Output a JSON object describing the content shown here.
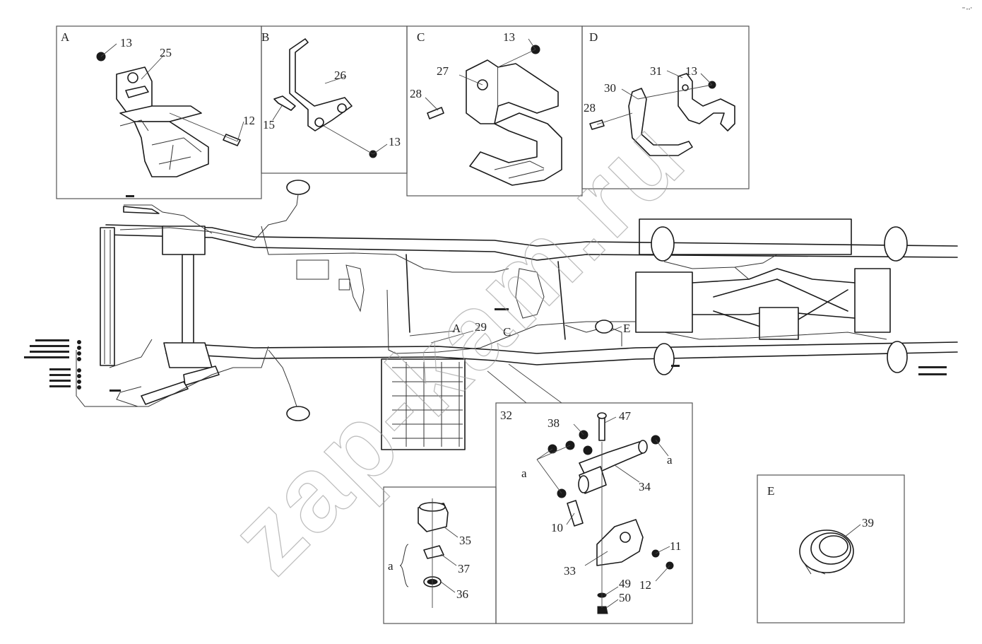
{
  "detail_views": [
    {
      "id": "A",
      "label": "A",
      "parts": [
        "13",
        "25",
        "12"
      ]
    },
    {
      "id": "B",
      "label": "B",
      "parts": [
        "26",
        "15",
        "13"
      ]
    },
    {
      "id": "C",
      "label": "C",
      "parts": [
        "13",
        "27",
        "28"
      ]
    },
    {
      "id": "D",
      "label": "D",
      "parts": [
        "31",
        "13",
        "30",
        "28"
      ]
    },
    {
      "id": "E",
      "label": "E",
      "parts": [
        "39"
      ]
    },
    {
      "id": "32",
      "label": "32",
      "parts": [
        "38",
        "47",
        "a",
        "a",
        "34",
        "10",
        "11",
        "33",
        "12",
        "49",
        "50"
      ]
    },
    {
      "id": "a",
      "label": "a",
      "parts": [
        "35",
        "37",
        "36"
      ]
    }
  ],
  "main_view_callouts": [
    "A",
    "29",
    "C",
    "E"
  ],
  "watermark": "zap-kam.ru",
  "corner_mark": "°° ∘∘°"
}
